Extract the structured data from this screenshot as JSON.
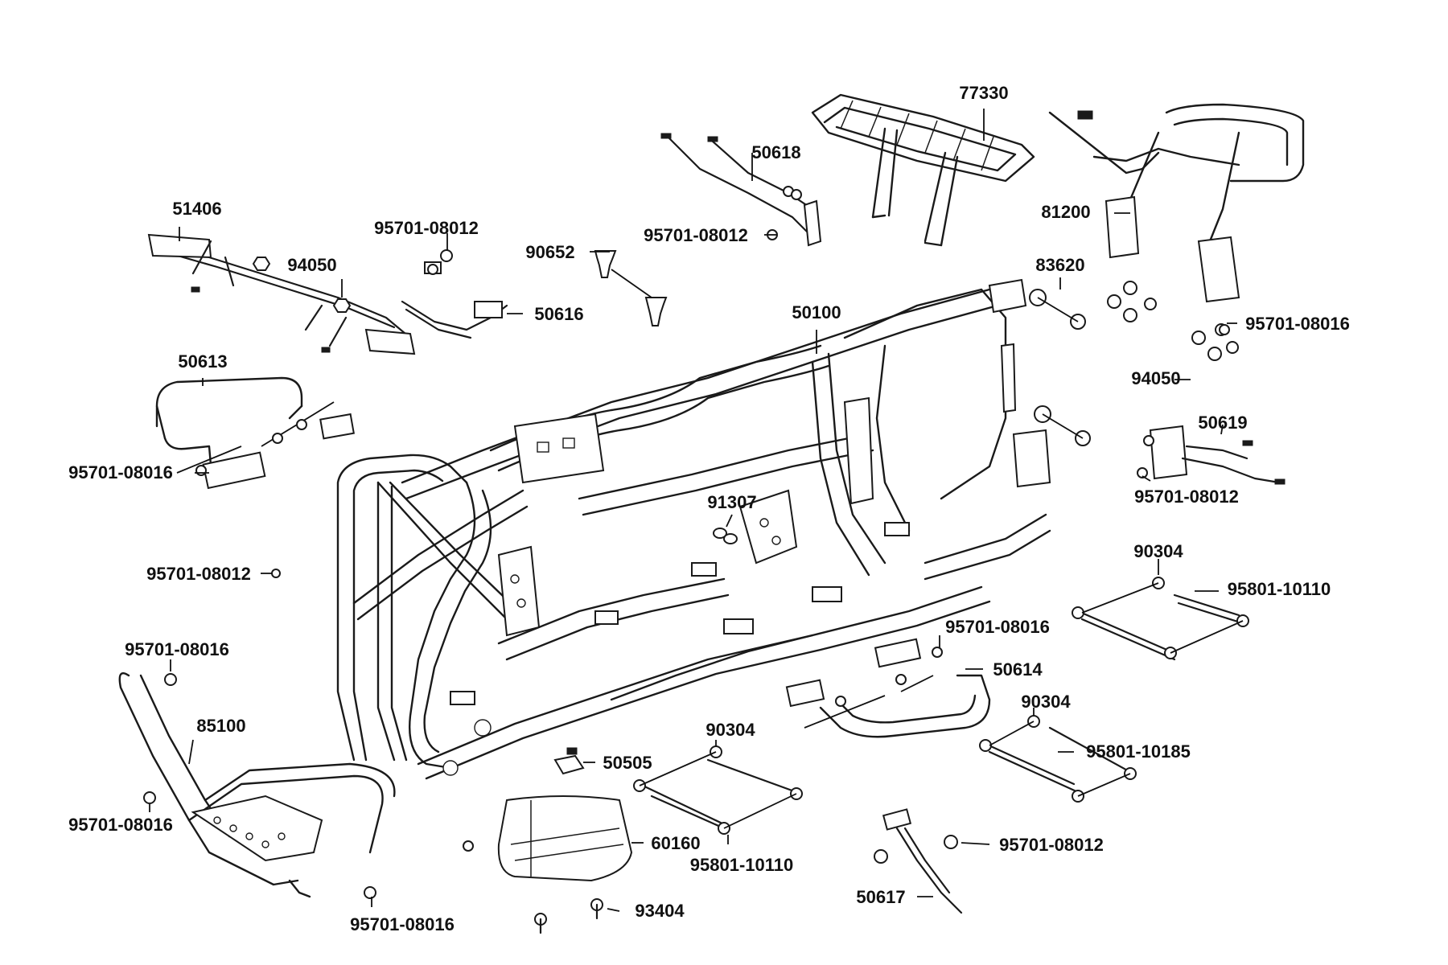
{
  "diagram": {
    "type": "exploded-parts-view",
    "line_color": "#1a1a1a",
    "background": "#ffffff",
    "labels": [
      "77330",
      "50618",
      "81200",
      "51406",
      "95701-08012",
      "90652",
      "95701-08012",
      "94050",
      "50616",
      "83620",
      "50100",
      "95701-08016",
      "50613",
      "94050",
      "50619",
      "95701-08016",
      "91307",
      "95701-08012",
      "95701-08012",
      "90304",
      "95801-10110",
      "95701-08016",
      "95701-08016",
      "50614",
      "85100",
      "90304",
      "90304",
      "95801-10185",
      "50505",
      "95701-08016",
      "60160",
      "95801-10110",
      "95701-08012",
      "50617",
      "93404",
      "95701-08016"
    ]
  }
}
